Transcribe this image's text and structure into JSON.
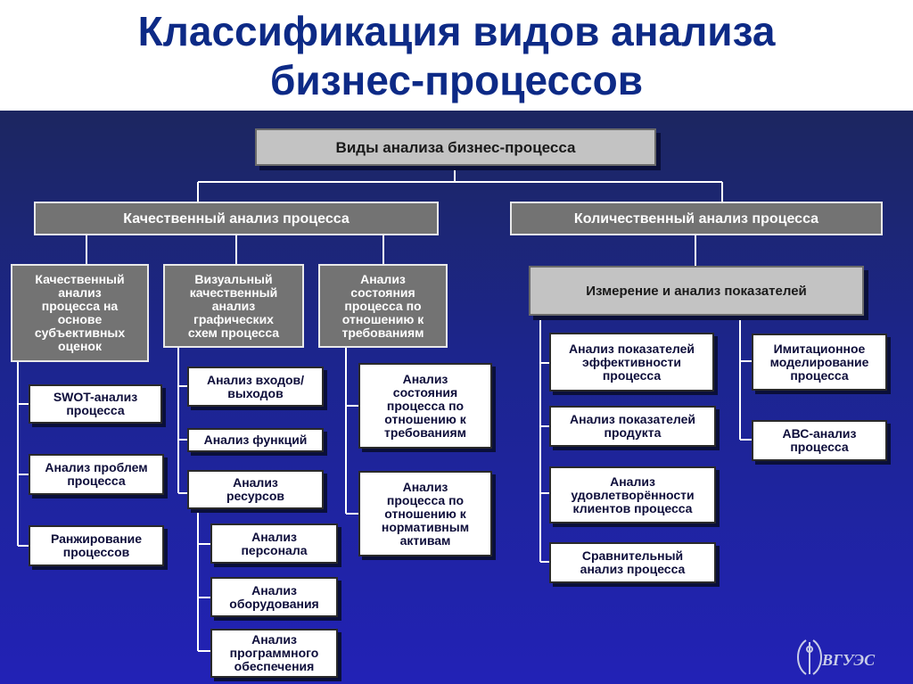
{
  "title": {
    "line1": "Классификация видов анализа",
    "line2": "бизнес-процессов"
  },
  "root": "Виды анализа бизнес-процесса",
  "qualitative": {
    "label": "Качественный анализ процесса",
    "columns": [
      {
        "label": "Качественный\nанализ\nпроцесса на\nосновe\nсубъективных\nоценок",
        "children": [
          "SWOT-анализ\nпроцесса",
          "Анализ проблем\nпроцесса",
          "Ранжирование\nпроцессов"
        ]
      },
      {
        "label": "Визуальный\nкачественный\nанализ\nграфических\nсхем процесса",
        "children": [
          "Анализ входов/\nвыходов",
          "Анализ функций",
          "Анализ\nресурсов"
        ],
        "resource_children": [
          "Анализ\nперсонала",
          "Анализ\nоборудования",
          "Анализ\nпрограммного\nобеспечения"
        ]
      },
      {
        "label": "Анализ\nсостояния\nпроцесса по\nотношению к\nтребованиям",
        "children": [
          "Анализ\nсостояния\nпроцесса по\nотношению к\nтребованиям",
          "Анализ\nпроцесса по\nотношению к\nнормативным\nактивам"
        ]
      }
    ]
  },
  "quantitative": {
    "label": "Количественный анализ процесса",
    "measure": "Измерение и анализ  показателей",
    "left_children": [
      "Анализ показателей\nэффективности\nпроцесса",
      "Анализ показателей\nпродукта",
      "Анализ\nудовлетворённости\nклиентов процесса",
      "Сравнительный\nанализ процесса"
    ],
    "right_children": [
      "Имитационное\nмоделирование\nпроцесса",
      "АВС-анализ\nпроцесса"
    ]
  },
  "logo": "ВГУЭС"
}
